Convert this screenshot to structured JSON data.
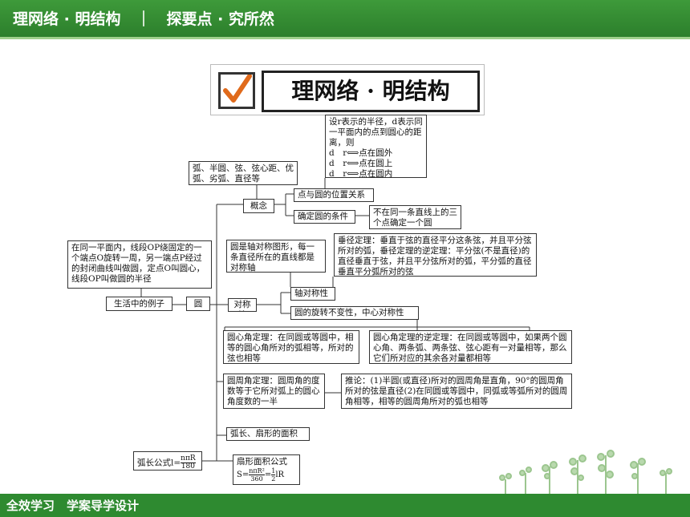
{
  "header": {
    "title": "理网络 · 明结构　｜　探要点 · 究所然"
  },
  "section_heading": {
    "text": "理网络 · 明结构"
  },
  "diagram": {
    "root": "圆",
    "life_example": "生活中的例子",
    "definition": "在同一平面内，线段OP绕固定的一个端点O旋转一周，另一端点P经过的封闭曲线叫做圆，定点O叫圆心，线段OP叫做圆的半径",
    "concept": "概念",
    "concept_terms": "弧、半圆、弦、弦心距、优弧、劣弧、直径等",
    "point_circle": "点与圆的位置关系",
    "point_circle_detail": "设r表示的半径，d表示同一平面内的点到圆心的距离，则",
    "point_circle_rule1": "d　r⟺点在圆外",
    "point_circle_rule2": "d　r⟺点在圆上",
    "point_circle_rule3": "d　r⟺点在圆内",
    "determine_condition": "确定圆的条件",
    "determine_detail": "不在同一条直线上的三个点确定一个圆",
    "symmetry": "对称性",
    "axis_symmetry": "轴对称性",
    "axis_symmetry_detail": "圆是轴对称图形，每一条直径所在的直线都是对称轴",
    "perpendicular_theorem": "垂径定理：垂直于弦的直径平分这条弦，并且平分弦所对的弧，垂径定理的逆定理：平分弦(不是直径)的直径垂直于弦，并且平分弦所对的弧，平分弧的直径垂直平分弧所对的弦",
    "rotation_symmetry": "圆的旋转不变性，中心对称性",
    "central_angle_theorem": "圆心角定理：在同圆或等圆中，相等的圆心角所对的弧相等，所对的弦也相等",
    "central_angle_converse": "圆心角定理的逆定理：在同圆或等圆中，如果两个圆心角、两条弧、两条弦、弦心距有一对量相等，那么它们所对应的其余各对量都相等",
    "inscribed_angle_theorem": "圆周角定理：圆周角的度数等于它所对弧上的圆心角度数的一半",
    "corollary": "推论：(1)半圆(或直径)所对的圆周角是直角，90°的圆周角所对的弦是直径(2)在同圆或等圆中，同弧或等弧所对的圆周角相等，相等的圆周角所对的弧也相等",
    "arc_sector": "弧长、扇形的面积",
    "arc_length_label": "弧长公式l=",
    "arc_length_numerator": "nπR",
    "arc_length_denominator": "180",
    "sector_area_title": "扇形面积公式",
    "sector_area_prefix": "S=",
    "sector_area_numerator": "nπR²",
    "sector_area_denominator": "360",
    "sector_area_mid": "=",
    "sector_area_half_num": "1",
    "sector_area_half_den": "2",
    "sector_area_suffix": "lR"
  },
  "footer": {
    "text": "全效学习　学案导学设计"
  },
  "colors": {
    "header_green": "#2c7f2c",
    "check_orange": "#e06a1b"
  }
}
